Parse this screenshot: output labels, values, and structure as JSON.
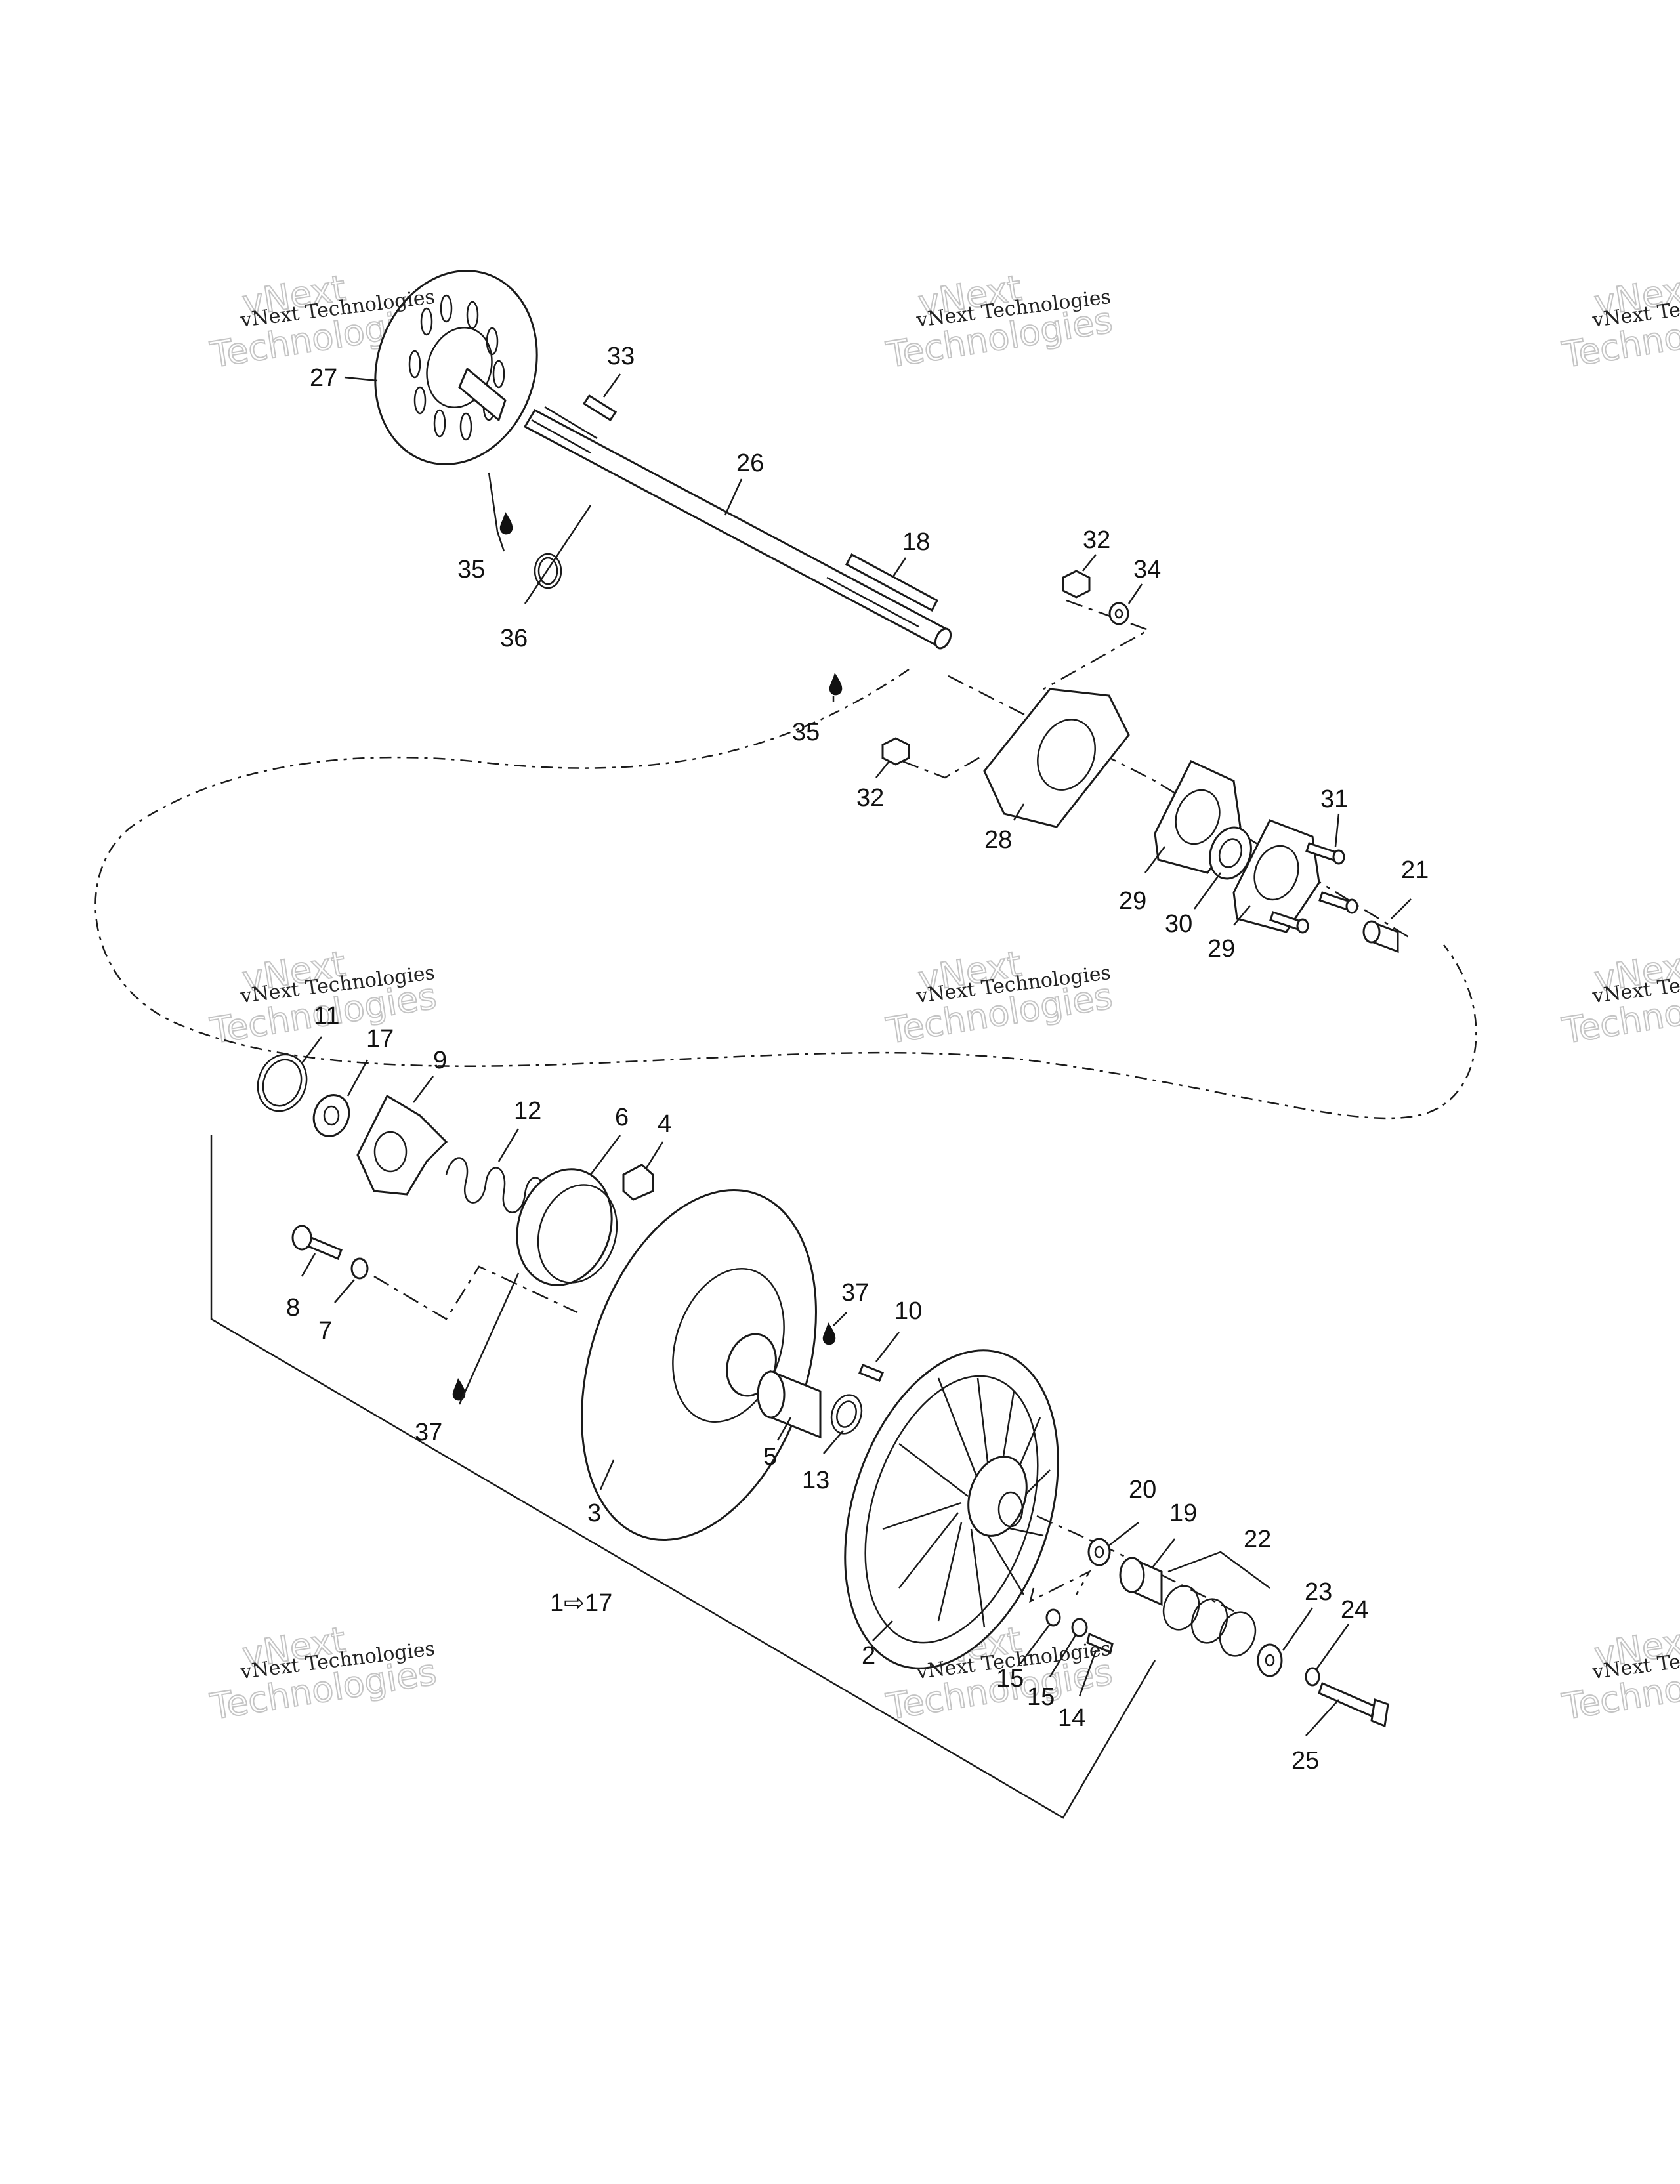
{
  "watermark": {
    "main": "vNext Technologies",
    "ghost_top": "vNext",
    "ghost_bottom": "Technologies"
  },
  "callouts": {
    "c1_17": "1⇨17",
    "c2": "2",
    "c3": "3",
    "c4": "4",
    "c5": "5",
    "c6": "6",
    "c7": "7",
    "c8": "8",
    "c9": "9",
    "c10": "10",
    "c11": "11",
    "c12": "12",
    "c13": "13",
    "c14": "14",
    "c15a": "15",
    "c15b": "15",
    "c17": "17",
    "c18": "18",
    "c19": "19",
    "c20": "20",
    "c21": "21",
    "c22": "22",
    "c23": "23",
    "c24": "24",
    "c25": "25",
    "c26": "26",
    "c27": "27",
    "c28": "28",
    "c29a": "29",
    "c29b": "29",
    "c30": "30",
    "c31": "31",
    "c32a": "32",
    "c32b": "32",
    "c33": "33",
    "c34": "34",
    "c35a": "35",
    "c35b": "35",
    "c36": "36",
    "c37a": "37",
    "c37b": "37"
  }
}
